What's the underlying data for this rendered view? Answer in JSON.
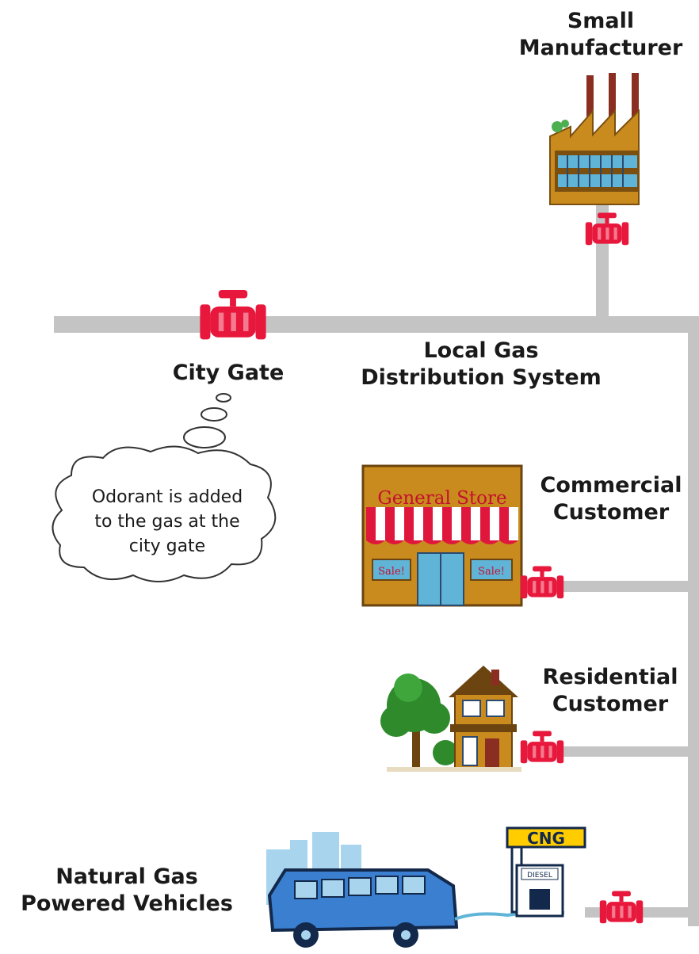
{
  "labels": {
    "small_manufacturer": [
      "Small",
      "Manufacturer"
    ],
    "city_gate": "City Gate",
    "local_gas": [
      "Local Gas",
      "Distribution System"
    ],
    "commercial": [
      "Commercial",
      "Customer"
    ],
    "residential": [
      "Residential",
      "Customer"
    ],
    "vehicles": [
      "Natural Gas",
      "Powered Vehicles"
    ]
  },
  "cloud_note": [
    "Odorant is added",
    "to the gas at the",
    "city gate"
  ],
  "store_sign": "General Store",
  "sale_sign": "Sale!",
  "cng_sign": "CNG",
  "pump_sign": "DIESEL",
  "colors": {
    "pipe": "#c4c4c4",
    "valve": "#e8173c",
    "building": "#c98a1e",
    "window": "#5fb4d8",
    "tree": "#2f8a2c",
    "bus": "#3a7fd0"
  },
  "icons": [
    "valve-icon",
    "factory-icon",
    "store-icon",
    "house-icon",
    "tree-icon",
    "bus-icon",
    "cng-station-icon",
    "city-skyline-icon",
    "thought-cloud"
  ]
}
